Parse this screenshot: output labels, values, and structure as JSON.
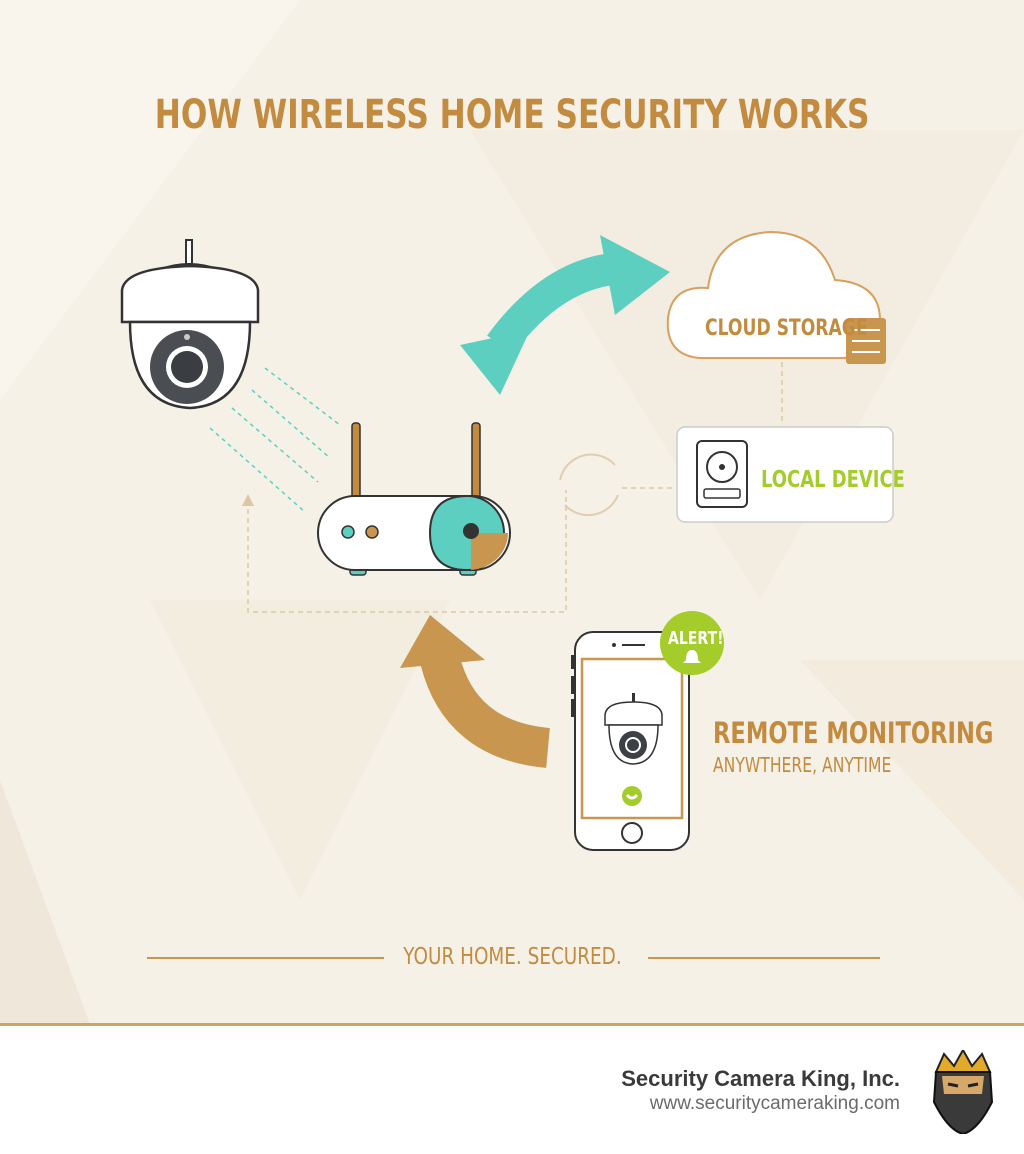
{
  "title": "HOW WIRELESS HOME SECURITY WORKS",
  "nodes": {
    "cloud": {
      "label": "CLOUD STORAGE",
      "icon": "cloud-server-icon"
    },
    "local": {
      "label": "LOCAL DEVICE",
      "icon": "hard-drive-icon"
    },
    "camera": {
      "icon": "dome-camera-icon"
    },
    "router": {
      "icon": "wifi-router-icon"
    },
    "phone": {
      "icon": "smartphone-icon",
      "alert": "ALERT!"
    }
  },
  "remote": {
    "title": "REMOTE MONITORING",
    "subtitle": "ANYWTHERE, ANYTIME"
  },
  "tagline": "YOUR HOME. SECURED.",
  "footer": {
    "brand": "Security Camera King, Inc.",
    "url": "www.securitycameraking.com",
    "logo": "king-logo-icon"
  },
  "colors": {
    "gold": "#c28b3f",
    "teal": "#5ccfc0",
    "lime": "#a4cc2a",
    "background": "#f6f1e6"
  }
}
